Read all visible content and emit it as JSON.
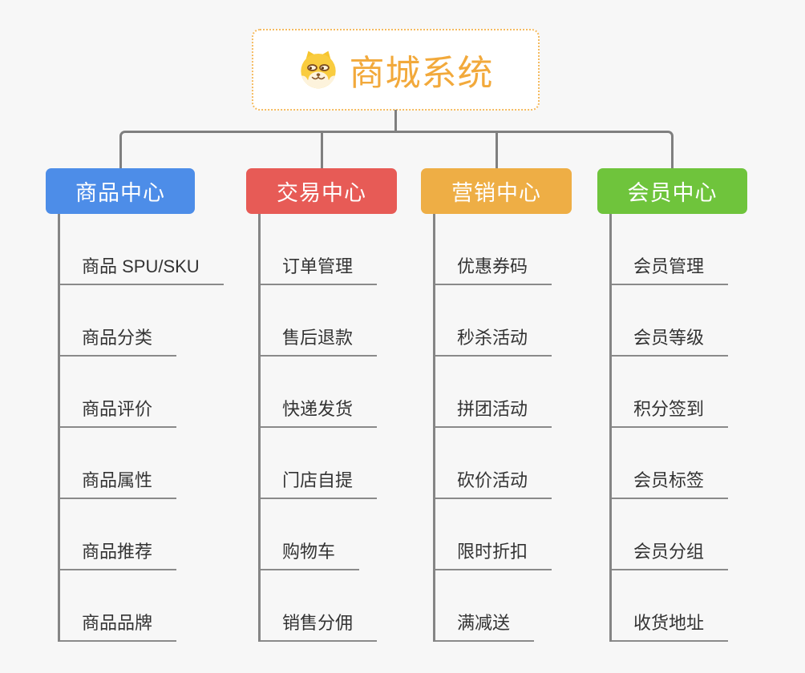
{
  "root": {
    "title": "商城系统",
    "icon": "dog-face-icon"
  },
  "branches": [
    {
      "label": "商品中心",
      "color": "#4D8DE8",
      "children": [
        "商品 SPU/SKU",
        "商品分类",
        "商品评价",
        "商品属性",
        "商品推荐",
        "商品品牌"
      ]
    },
    {
      "label": "交易中心",
      "color": "#E75B56",
      "children": [
        "订单管理",
        "售后退款",
        "快递发货",
        "门店自提",
        "购物车",
        "销售分佣"
      ]
    },
    {
      "label": "营销中心",
      "color": "#EEAE45",
      "children": [
        "优惠券码",
        "秒杀活动",
        "拼团活动",
        "砍价活动",
        "限时折扣",
        "满减送"
      ]
    },
    {
      "label": "会员中心",
      "color": "#6FC43C",
      "children": [
        "会员管理",
        "会员等级",
        "积分签到",
        "会员标签",
        "会员分组",
        "收货地址"
      ]
    }
  ],
  "style": {
    "background": "#F7F7F7",
    "connector_color": "#7F7F7F",
    "leaf_underline_color": "#8A8A8A",
    "leaf_text_color": "#333333",
    "root_text_color": "#F2A93B",
    "root_border_color": "#F5BB60"
  }
}
